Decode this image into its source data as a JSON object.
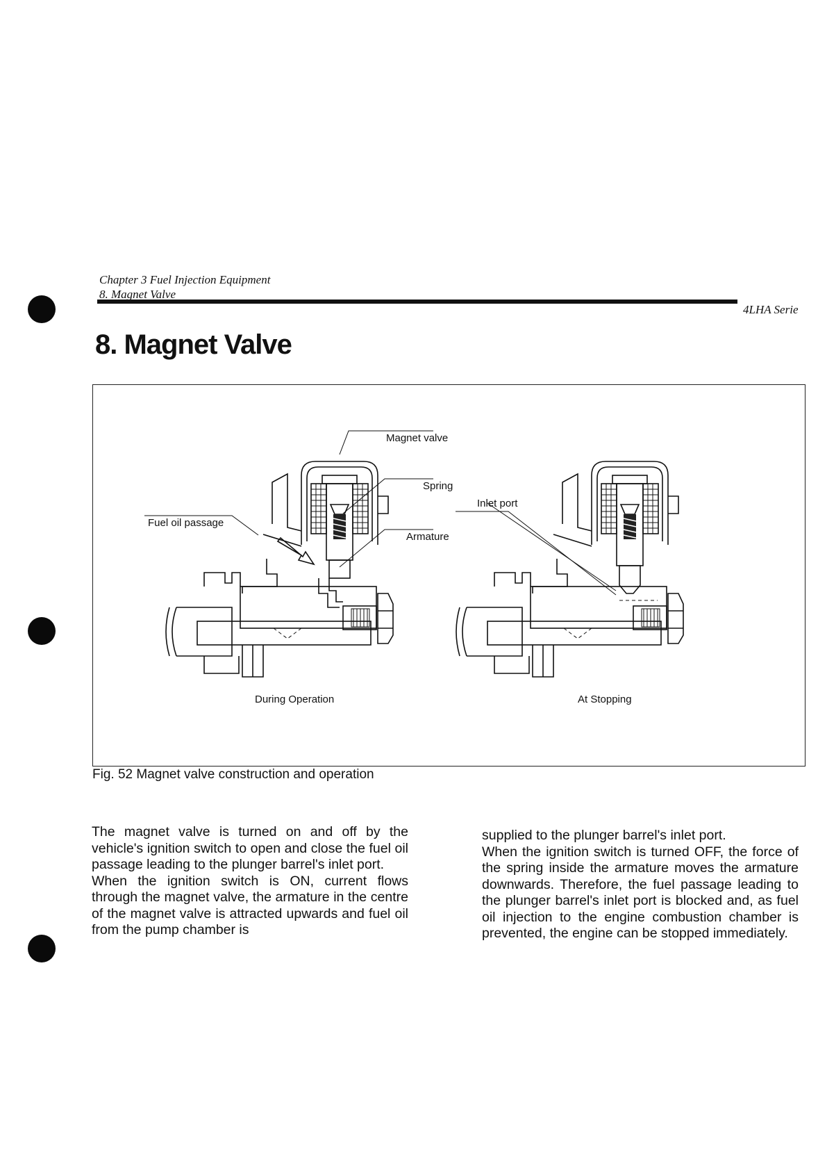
{
  "header": {
    "chapter": "Chapter 3 Fuel Injection Equipment",
    "section": "8. Magnet Valve",
    "series": "4LHA Serie"
  },
  "page_title": "8. Magnet Valve",
  "figure": {
    "labels": {
      "magnet_valve": "Magnet valve",
      "spring": "Spring",
      "armature": "Armature",
      "fuel_oil_passage": "Fuel oil passage",
      "inlet_port": "Inlet port"
    },
    "left_caption": "During Operation",
    "right_caption": "At Stopping",
    "caption": "Fig. 52  Magnet valve construction and operation"
  },
  "body": {
    "col1": [
      "The magnet valve is turned on and off by the vehicle's ignition switch to open and close the fuel oil passage leading to the plunger barrel's inlet port.",
      "When the ignition switch is ON, current flows through the magnet valve, the armature in the centre of the magnet valve is attracted upwards and fuel oil from the pump chamber is"
    ],
    "col2": [
      "supplied to the plunger barrel's inlet port.",
      "When the ignition switch is turned OFF, the force of the spring inside the armature moves the armature downwards. Therefore, the fuel passage leading to the plunger barrel's inlet port is blocked and, as fuel oil injection to the engine combustion chamber is prevented, the engine can be stopped immediately."
    ]
  }
}
